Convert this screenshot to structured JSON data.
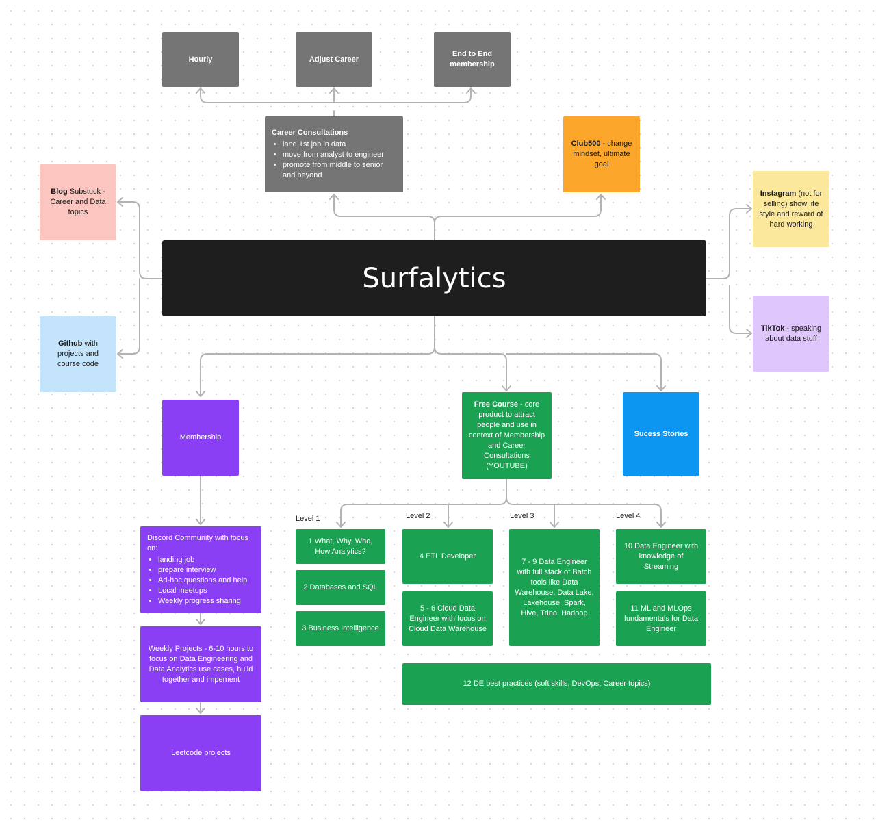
{
  "title": "Surfalytics",
  "top_row": {
    "hourly": "Hourly",
    "adjust_career": "Adjust Career",
    "end_to_end": "End to End membership"
  },
  "career_consultations": {
    "title": "Career Consultations",
    "items": [
      "land 1st job in data",
      "move from analyst to engineer",
      "promote from middle to senior and beyond"
    ]
  },
  "club500": {
    "bold": "Club500",
    "text": " - change mindset, ultimate goal"
  },
  "blog": {
    "bold": "Blog",
    "text": " Substuck - Career and Data topics"
  },
  "github": {
    "bold": "Github",
    "text": " with projects and course code"
  },
  "instagram": {
    "bold": "Instagram",
    "text": " (not for selling) show life style and reward of hard working"
  },
  "tiktok": {
    "bold": "TikTok",
    "text": " - speaking about data stuff"
  },
  "membership": "Membership",
  "free_course": {
    "bold": "Free Course",
    "text": " - core product to attract people and use in context of Membership and Career Consultations (YOUTUBE)"
  },
  "success_stories": "Sucess Stories",
  "discord": {
    "title": "Discord Community with focus on:",
    "items": [
      "landing job",
      "prepare interview",
      "Ad-hoc questions and help",
      "Local meetups",
      "Weekly progress sharing"
    ]
  },
  "weekly_projects": "Weekly Projects - 6-10 hours to focus on Data Engineering and Data Analytics use cases, build together and impement",
  "leetcode": "Leetcode projects",
  "levels": {
    "l1": "Level 1",
    "l2": "Level 2",
    "l3": "Level 3",
    "l4": "Level 4"
  },
  "modules": {
    "m1": "1 What, Why, Who, How Analytics?",
    "m2": "2 Databases and SQL",
    "m3": "3 Business Intelligence",
    "m4": "4 ETL Developer",
    "m5": "5 - 6 Cloud Data Engineer with focus on Cloud Data Warehouse",
    "m7": "7 - 9 Data Engineer with full stack of Batch tools like Data Warehouse, Data Lake, Lakehouse, Spark, Hive, Trino, Hadoop",
    "m10": "10 Data Engineer with knowledge of Streaming",
    "m11": "11 ML and MLOps fundamentals for Data Engineer",
    "m12": "12 DE best practices (soft skills, DevOps, Career topics)"
  },
  "colors": {
    "gray": "#757575",
    "green": "#1aa152",
    "purple": "#8b3ff5",
    "blue": "#0c96f2",
    "orange": "#fca72b",
    "main": "#1e1e1e",
    "connector": "#b3b3b3"
  }
}
